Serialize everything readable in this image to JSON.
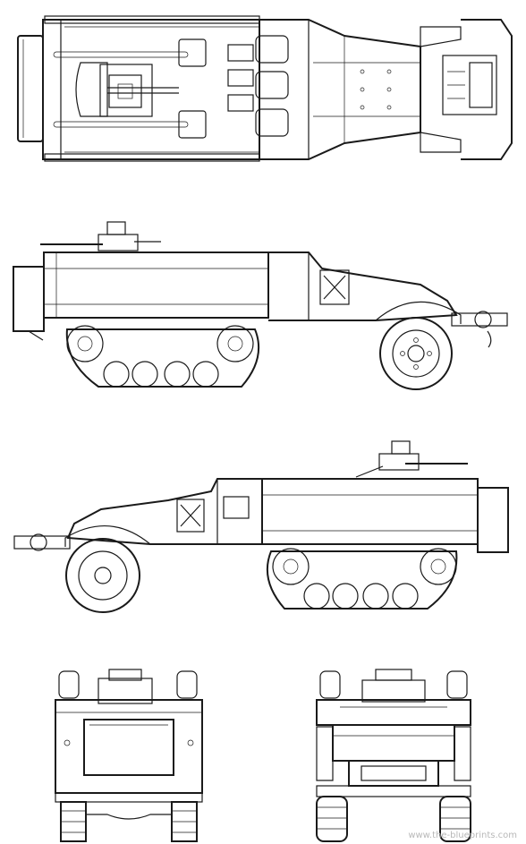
{
  "watermark": "www.the-blueprints.com",
  "views": [
    {
      "id": "top",
      "view": "top"
    },
    {
      "id": "left-side",
      "view": "side"
    },
    {
      "id": "right-side",
      "view": "side"
    },
    {
      "id": "rear",
      "view": "rear"
    },
    {
      "id": "front",
      "view": "front"
    }
  ],
  "colors": {
    "ink": "#1a1a1a",
    "paper": "#ffffff",
    "watermark": "#b8b8b8"
  }
}
